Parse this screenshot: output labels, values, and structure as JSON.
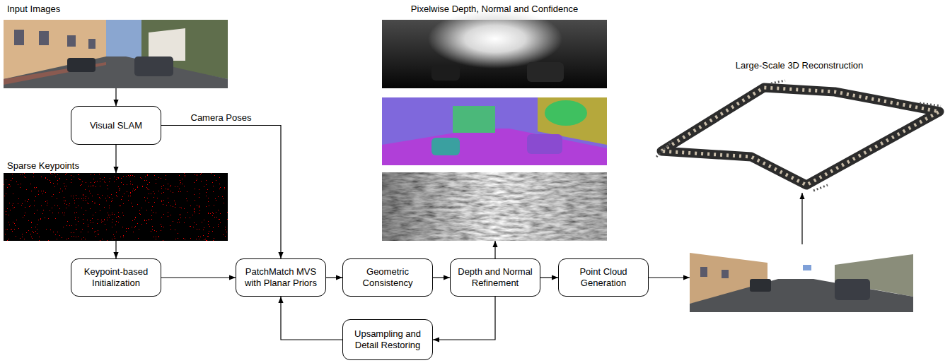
{
  "diagram": {
    "nodes": [
      {
        "text": [
          "Input Images"
        ]
      },
      {
        "text": [
          "Visual SLAM"
        ]
      },
      {
        "text": [
          "Sparse Keypoints"
        ]
      },
      {
        "text": [
          "Keypoint-based Initialization"
        ]
      },
      {
        "text": [
          "PatchMatch MVS with Planar Priors"
        ]
      },
      {
        "text": [
          "Geometric Consistency"
        ]
      },
      {
        "text": [
          "Pixelwise Depth, Normal and Confidence"
        ]
      },
      {
        "text": [
          "Depth and Normal Refinement"
        ]
      },
      {
        "text": [
          "Upsampling and Detail Restoring"
        ]
      },
      {
        "text": [
          "Point Cloud Generation"
        ]
      },
      {
        "text": [
          "Large-Scale 3D Reconstruction"
        ]
      }
    ],
    "edges": [
      {
        "from": 0,
        "to": 1,
        "arrow": "to"
      },
      {
        "from": 1,
        "to": 2,
        "arrow": "to"
      },
      {
        "from": 2,
        "to": 3,
        "arrow": "to"
      },
      {
        "from": 1,
        "to": 4,
        "label": "Camera Poses",
        "arrow": "to"
      },
      {
        "from": 3,
        "to": 4,
        "arrow": "to"
      },
      {
        "from": 4,
        "to": 5,
        "arrow": "to"
      },
      {
        "from": 5,
        "to": 7,
        "arrow": "to"
      },
      {
        "from": 7,
        "to": 6,
        "arrow": "to"
      },
      {
        "from": 7,
        "to": 8,
        "arrow": "to"
      },
      {
        "from": 8,
        "to": 4,
        "arrow": "to"
      },
      {
        "from": 7,
        "to": 9,
        "arrow": "to"
      }
    ]
  }
}
